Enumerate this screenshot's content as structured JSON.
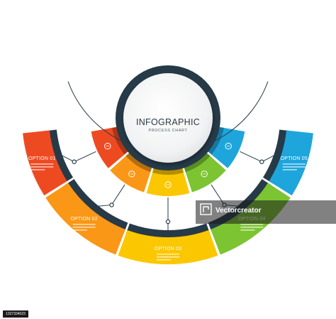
{
  "infographic": {
    "title": "INFOGRAPHIC",
    "subtitle": "PROCESS CHART"
  },
  "options": [
    {
      "label": "OPTION 01",
      "color": "#ee4a22",
      "icon": "lightbulb-icon"
    },
    {
      "label": "OPTION 02",
      "color": "#fa9716",
      "icon": "gear-icon"
    },
    {
      "label": "OPTION 03",
      "color": "#fbc700",
      "icon": "calculator-icon"
    },
    {
      "label": "OPTION 04",
      "color": "#7cc431",
      "icon": "briefcase-icon"
    },
    {
      "label": "OPTION 05",
      "color": "#1ea5dc",
      "icon": "globe-icon"
    }
  ],
  "watermark": {
    "text": "Vectorcreator"
  },
  "stock_id": "1327334023"
}
